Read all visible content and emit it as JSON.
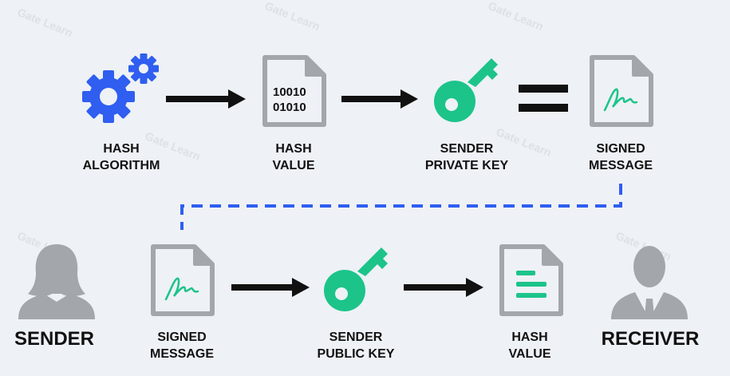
{
  "watermark": "Gate Learn",
  "top_row": {
    "hash_algorithm": {
      "line1": "HASH",
      "line2": "ALGORITHM",
      "icon": "gears-icon"
    },
    "hash_value": {
      "line1": "HASH",
      "line2": "VALUE",
      "icon": "binary-document-icon",
      "bits1": "10010",
      "bits2": "01010"
    },
    "sender_private_key": {
      "line1": "SENDER",
      "line2": "PRIVATE KEY",
      "icon": "key-icon"
    },
    "signed_message": {
      "line1": "SIGNED",
      "line2": "MESSAGE",
      "icon": "signed-document-icon"
    }
  },
  "bottom_row": {
    "sender": {
      "label": "SENDER",
      "icon": "person-silhouette-icon"
    },
    "signed_message": {
      "line1": "SIGNED",
      "line2": "MESSAGE",
      "icon": "signed-document-icon"
    },
    "sender_public_key": {
      "line1": "SENDER",
      "line2": "PUBLIC KEY",
      "icon": "key-icon"
    },
    "hash_value": {
      "line1": "HASH",
      "line2": "VALUE",
      "icon": "text-document-icon"
    },
    "receiver": {
      "label": "RECEIVER",
      "icon": "businessman-silhouette-icon"
    }
  },
  "colors": {
    "blue": "#2f5ef0",
    "green": "#1cc48a",
    "gray": "#a3a6ab",
    "arrow": "#111111",
    "background": "#eef1f5"
  }
}
